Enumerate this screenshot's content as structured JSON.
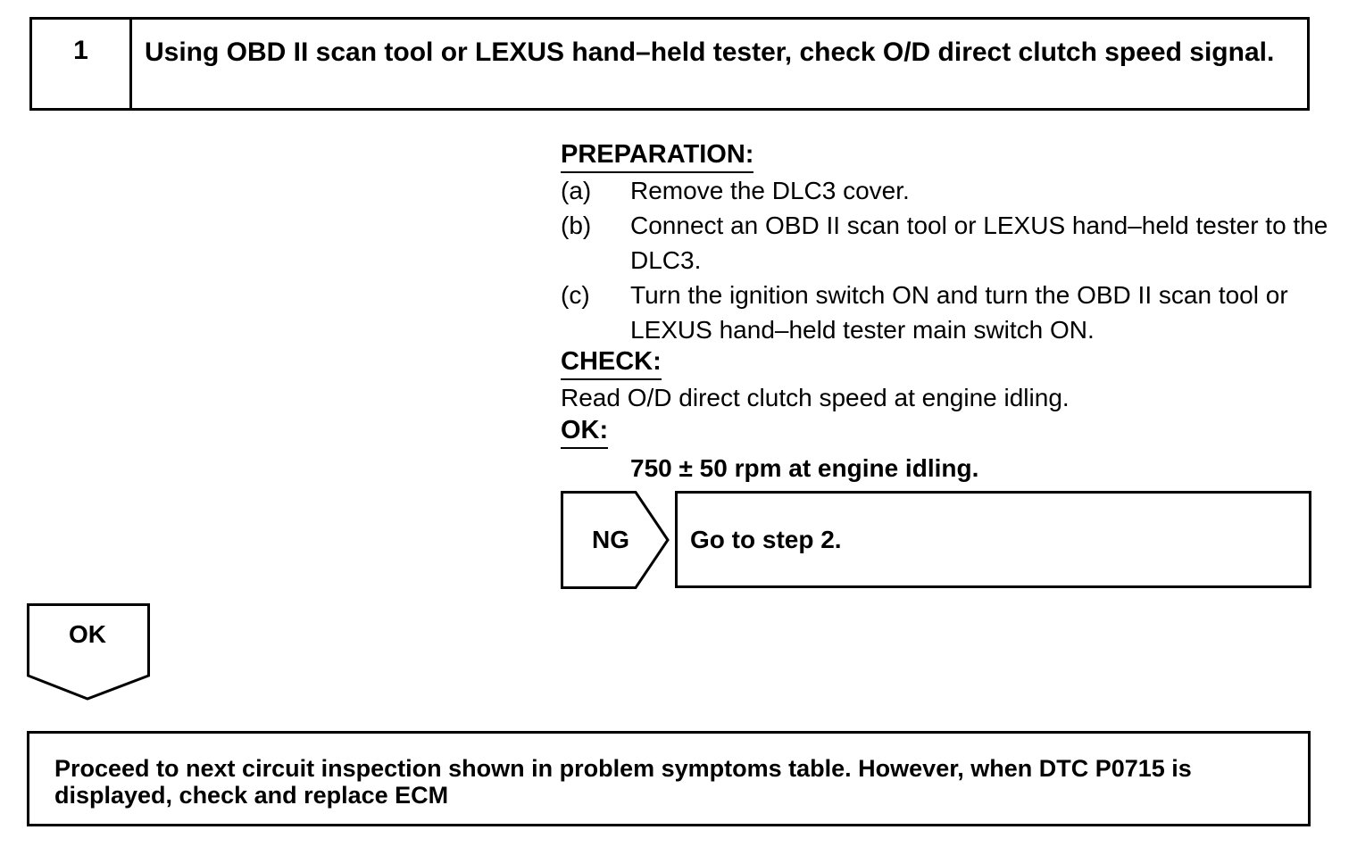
{
  "step": {
    "number": "1",
    "title": "Using OBD II scan tool or LEXUS hand–held tester, check O/D direct clutch speed signal."
  },
  "preparation": {
    "heading": "PREPARATION:",
    "items": [
      {
        "letter": "(a)",
        "text": "Remove the DLC3 cover."
      },
      {
        "letter": "(b)",
        "text": "Connect an OBD II scan tool or LEXUS hand–held tester to the DLC3."
      },
      {
        "letter": "(c)",
        "text": "Turn the ignition switch ON and turn the OBD II scan tool or LEXUS hand–held tester main switch ON."
      }
    ]
  },
  "check": {
    "heading": "CHECK:",
    "text": "Read O/D direct clutch speed at engine idling."
  },
  "ok_spec": {
    "heading": "OK:",
    "value": "750 ± 50 rpm at engine idling."
  },
  "ng_branch": {
    "label": "NG",
    "action": "Go to step 2."
  },
  "ok_branch": {
    "label": "OK"
  },
  "result": {
    "text": "Proceed to next circuit inspection shown in problem symptoms table. However, when DTC P0715 is displayed, check and replace ECM"
  }
}
